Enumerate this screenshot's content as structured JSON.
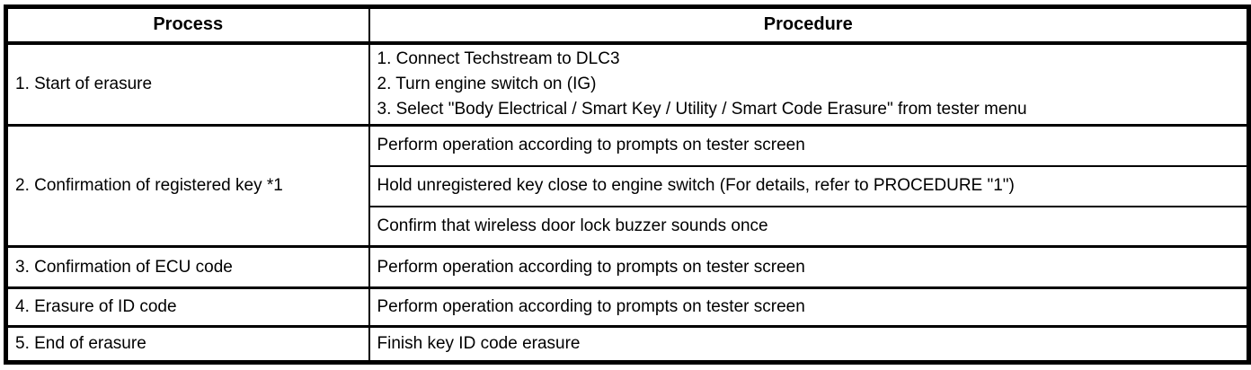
{
  "colors": {
    "border": "#000000",
    "background": "#ffffff",
    "text": "#000000"
  },
  "table": {
    "headers": {
      "process": "Process",
      "procedure": "Procedure"
    },
    "rows": [
      {
        "process": "1. Start of erasure",
        "procedure_lines": [
          "1. Connect Techstream to DLC3",
          "2. Turn engine switch on (IG)",
          "3. Select \"Body Electrical / Smart Key / Utility / Smart Code Erasure\" from tester menu"
        ]
      },
      {
        "process": "2. Confirmation of registered key *1",
        "procedures": [
          "Perform operation according to prompts on tester screen",
          "Hold unregistered key close to engine switch (For details, refer to PROCEDURE \"1\")",
          "Confirm that wireless door lock buzzer sounds once"
        ]
      },
      {
        "process": "3. Confirmation of ECU code",
        "procedure": "Perform operation according to prompts on tester screen"
      },
      {
        "process": "4. Erasure of ID code",
        "procedure": "Perform operation according to prompts on tester screen"
      },
      {
        "process": "5. End of erasure",
        "procedure": "Finish key ID code erasure"
      }
    ]
  }
}
